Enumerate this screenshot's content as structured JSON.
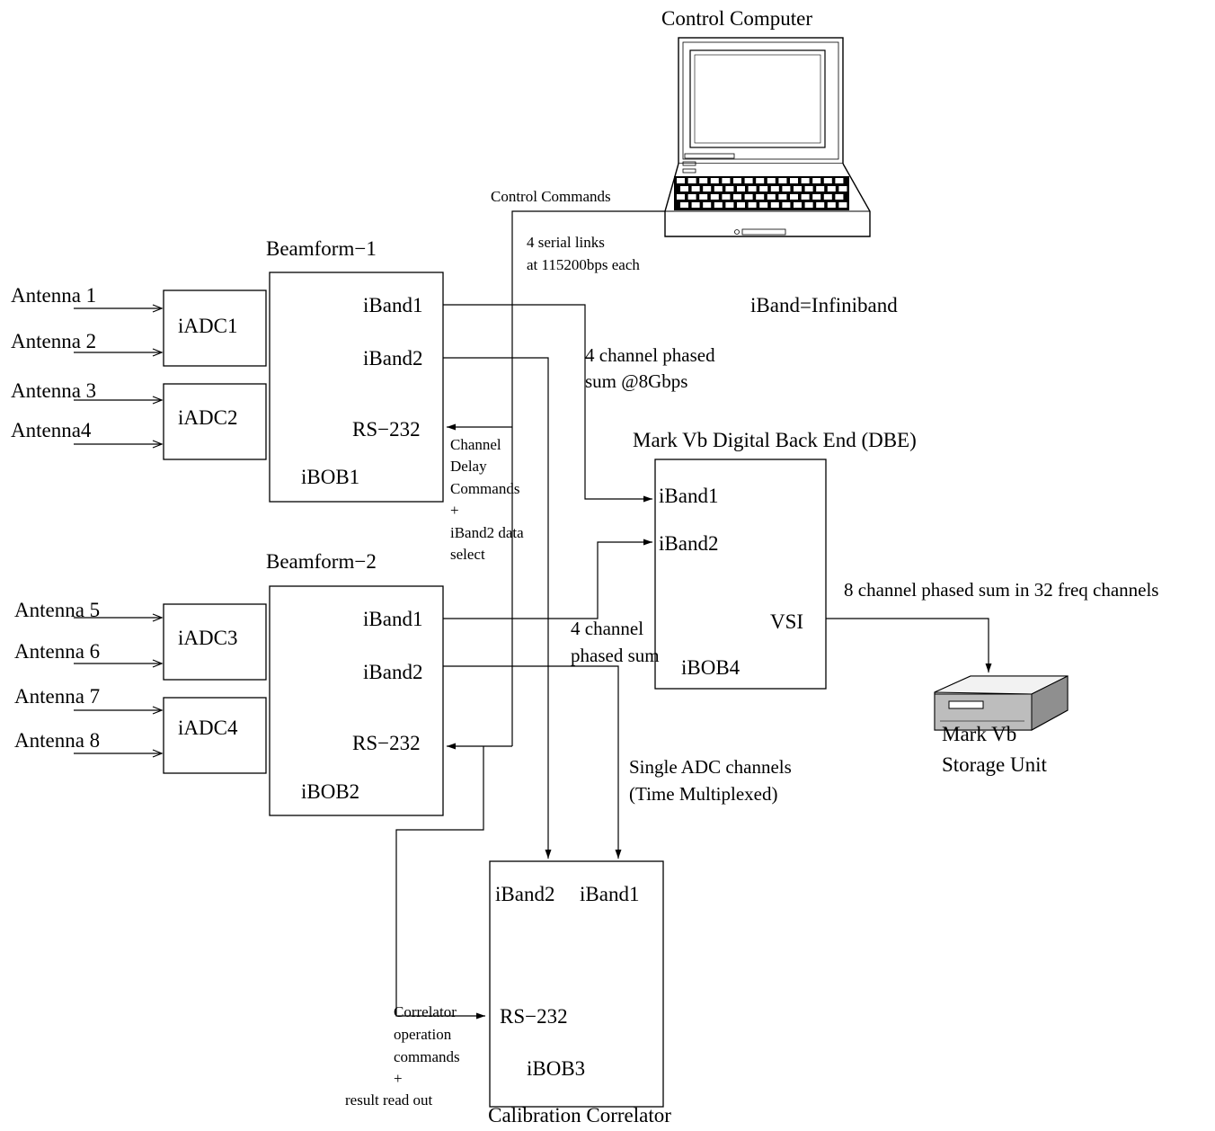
{
  "diagram": {
    "control_computer": {
      "title": "Control Computer"
    },
    "control_commands": "Control Commands",
    "serial_links": [
      "4 serial links",
      "at 115200bps each"
    ],
    "legend_iband": "iBand=Infiniband",
    "beamform1": {
      "title": "Beamform−1",
      "iband1": "iBand1",
      "iband2": "iBand2",
      "rs232": "RS−232",
      "ibob": "iBOB1",
      "adcs": [
        "iADC1",
        "iADC2"
      ],
      "antennas": [
        "Antenna 1",
        "Antenna 2",
        "Antenna 3",
        "Antenna4"
      ]
    },
    "beamform2": {
      "title": "Beamform−2",
      "iband1": "iBand1",
      "iband2": "iBand2",
      "rs232": "RS−232",
      "ibob": "iBOB2",
      "adcs": [
        "iADC3",
        "iADC4"
      ],
      "antennas": [
        "Antenna 5",
        "Antenna 6",
        "Antenna 7",
        "Antenna 8"
      ]
    },
    "phased_sum_8g": [
      "4 channel phased",
      "sum @8Gbps"
    ],
    "delay_commands": [
      "Channel",
      "Delay",
      "Commands",
      "+",
      "iBand2 data",
      "select"
    ],
    "dbe": {
      "title": "Mark Vb Digital Back End (DBE)",
      "iband1": "iBand1",
      "iband2": "iBand2",
      "vsi": "VSI",
      "ibob": "iBOB4"
    },
    "phased_sum_2": [
      "4 channel",
      "phased sum"
    ],
    "phased_32": "8 channel phased sum in 32 freq channels",
    "storage": [
      "Mark Vb",
      "Storage Unit"
    ],
    "single_adc": [
      "Single ADC channels",
      "(Time Multiplexed)"
    ],
    "correlator": {
      "title": "Calibration Correlator",
      "iband2": "iBand2",
      "iband1": "iBand1",
      "rs232": "RS−232",
      "ibob": "iBOB3"
    },
    "correlator_commands": [
      "Correlator",
      "operation",
      "commands",
      "+",
      "result read out"
    ]
  }
}
